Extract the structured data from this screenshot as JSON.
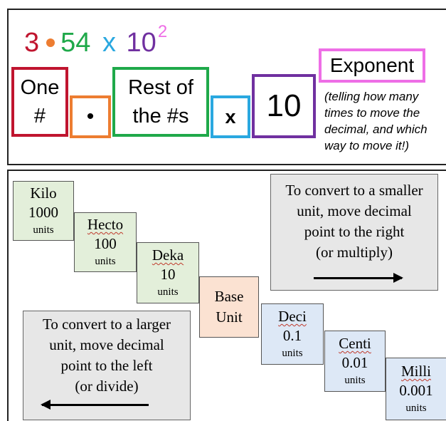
{
  "scientific_notation": {
    "example": {
      "digit": "3",
      "rest": "54",
      "times": "x",
      "base": "10",
      "exponent": "2"
    },
    "parts": {
      "one_digit": "One\n#",
      "point": "•",
      "rest_digits": "Rest of\nthe #s",
      "times": "x",
      "ten": "10",
      "exponent": "Exponent"
    },
    "exponent_note": "(telling how many\ntimes to move the\ndecimal, and which\nway to move it!)"
  },
  "metric_units": [
    {
      "name": "Kilo",
      "value": "1000",
      "units": "units",
      "color": "green"
    },
    {
      "name": "Hecto",
      "value": "100",
      "units": "units",
      "color": "green"
    },
    {
      "name": "Deka",
      "value": "10",
      "units": "units",
      "color": "green"
    },
    {
      "name": "Base\nUnit",
      "value": "",
      "units": "",
      "color": "peach"
    },
    {
      "name": "Deci",
      "value": "0.1",
      "units": "units",
      "color": "blue"
    },
    {
      "name": "Centi",
      "value": "0.01",
      "units": "units",
      "color": "blue"
    },
    {
      "name": "Milli",
      "value": "0.001",
      "units": "units",
      "color": "blue"
    }
  ],
  "convert_smaller": "To convert to a smaller\nunit, move decimal\npoint to the right\n(or multiply)",
  "convert_larger": "To convert to a larger\nunit, move decimal\npoint to the left\n(or divide)",
  "colors": {
    "red": "#c0152f",
    "orange": "#ed7d31",
    "green": "#1fa94a",
    "blue": "#2aa8e0",
    "purple": "#7030a0",
    "pink": "#ee6ee6",
    "unit_green": "#e3efda",
    "unit_peach": "#fbe2d2",
    "unit_blue": "#dde8f6"
  }
}
